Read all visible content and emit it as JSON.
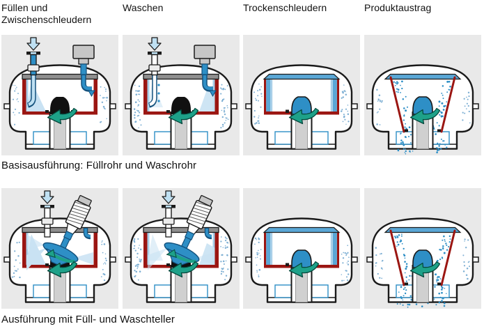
{
  "columns": [
    {
      "label": "Füllen und Zwischenschleudern"
    },
    {
      "label": "Waschen"
    },
    {
      "label": "Trockenschleudern"
    },
    {
      "label": "Produktaustrag"
    }
  ],
  "rows": [
    {
      "caption": "Basisausführung: Füllrohr und Waschrohr",
      "panels": [
        {
          "name": "fuellen-zwischenschleudern-basis",
          "variant": "fill",
          "mode": "pipe"
        },
        {
          "name": "waschen-basis",
          "variant": "wash",
          "mode": "pipe"
        },
        {
          "name": "trockenschleudern-basis",
          "variant": "spin",
          "mode": "none"
        },
        {
          "name": "produktaustrag-basis",
          "variant": "discharge",
          "mode": "none"
        }
      ]
    },
    {
      "caption": "Ausführung mit Füll- und Waschteller",
      "panels": [
        {
          "name": "fuellen-zwischenschleudern-teller",
          "variant": "fill",
          "mode": "plate"
        },
        {
          "name": "waschen-teller",
          "variant": "wash",
          "mode": "plate"
        },
        {
          "name": "trockenschleudern-teller",
          "variant": "spin",
          "mode": "none"
        },
        {
          "name": "produktaustrag-teller",
          "variant": "discharge",
          "mode": "none"
        }
      ]
    }
  ],
  "colors": {
    "panel_bg": "#e9e9e9",
    "outline": "#1a1a1a",
    "red_basket": "#9b1612",
    "pipe_blue": "#2e8fc6",
    "pipe_blue_dark": "#14517c",
    "cake_blue": "#5aa7d6",
    "film_blue": "#a8cfe8",
    "spray_blue": "#c9e2f3",
    "teal_arrow": "#1ea189",
    "teal_dark": "#05483c",
    "lid_gray": "#8f8f8f",
    "shaft_gray": "#d0d0d0",
    "machine_gray": "#c6c6c6",
    "dot_blue": "#7fb0d4",
    "arrow_light": "#bfe0f2"
  }
}
